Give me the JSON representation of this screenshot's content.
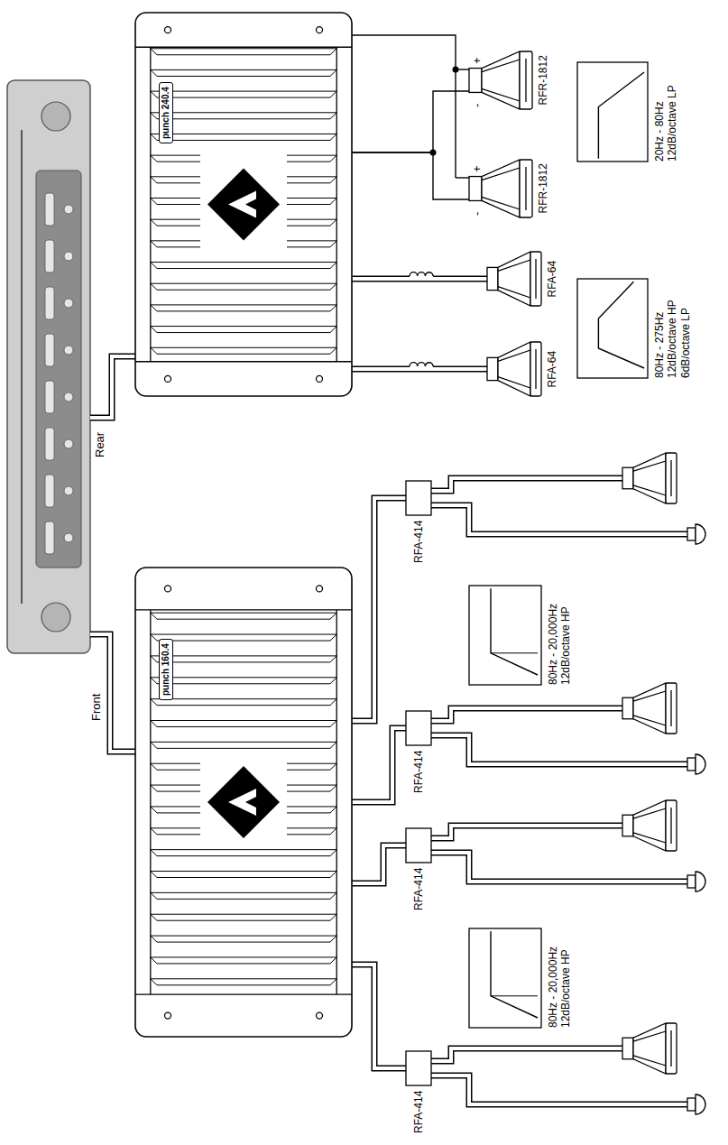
{
  "diagram": {
    "nodes": [
      {
        "text": [
          "punch 160.4"
        ]
      },
      {
        "text": [
          "punch 240.4"
        ]
      },
      {
        "text": [
          "RFA-414"
        ]
      },
      {
        "text": [
          "RFA-414"
        ]
      },
      {
        "text": [
          "RFA-414"
        ]
      },
      {
        "text": [
          "RFA-414"
        ]
      },
      {
        "text": [
          "80Hz - 20,000Hz 12dB/octave HP"
        ]
      },
      {
        "text": [
          "80Hz - 20,000Hz 12dB/octave HP"
        ]
      },
      {
        "text": [
          "RFA-64"
        ]
      },
      {
        "text": [
          "RFA-64"
        ]
      },
      {
        "text": [
          "80Hz - 275Hz 12dB/octave HP 6dB/octave LP"
        ]
      },
      {
        "text": [
          "RFR-1812"
        ]
      },
      {
        "text": [
          "RFR-1812"
        ]
      },
      {
        "text": [
          "20Hz - 80Hz 12dB/octave LP"
        ]
      }
    ],
    "edges": [
      {
        "from": 0,
        "to": 2,
        "arrow": "none"
      },
      {
        "from": 0,
        "to": 3,
        "arrow": "none"
      },
      {
        "from": 0,
        "to": 4,
        "arrow": "none"
      },
      {
        "from": 0,
        "to": 5,
        "arrow": "none"
      },
      {
        "from": 1,
        "to": 8,
        "arrow": "none"
      },
      {
        "from": 1,
        "to": 9,
        "arrow": "none"
      },
      {
        "from": 1,
        "to": 11,
        "arrow": "none"
      },
      {
        "from": 1,
        "to": 12,
        "arrow": "none"
      }
    ],
    "labels": [
      "Front",
      "Rear",
      "-",
      "+",
      "-",
      "+"
    ]
  }
}
